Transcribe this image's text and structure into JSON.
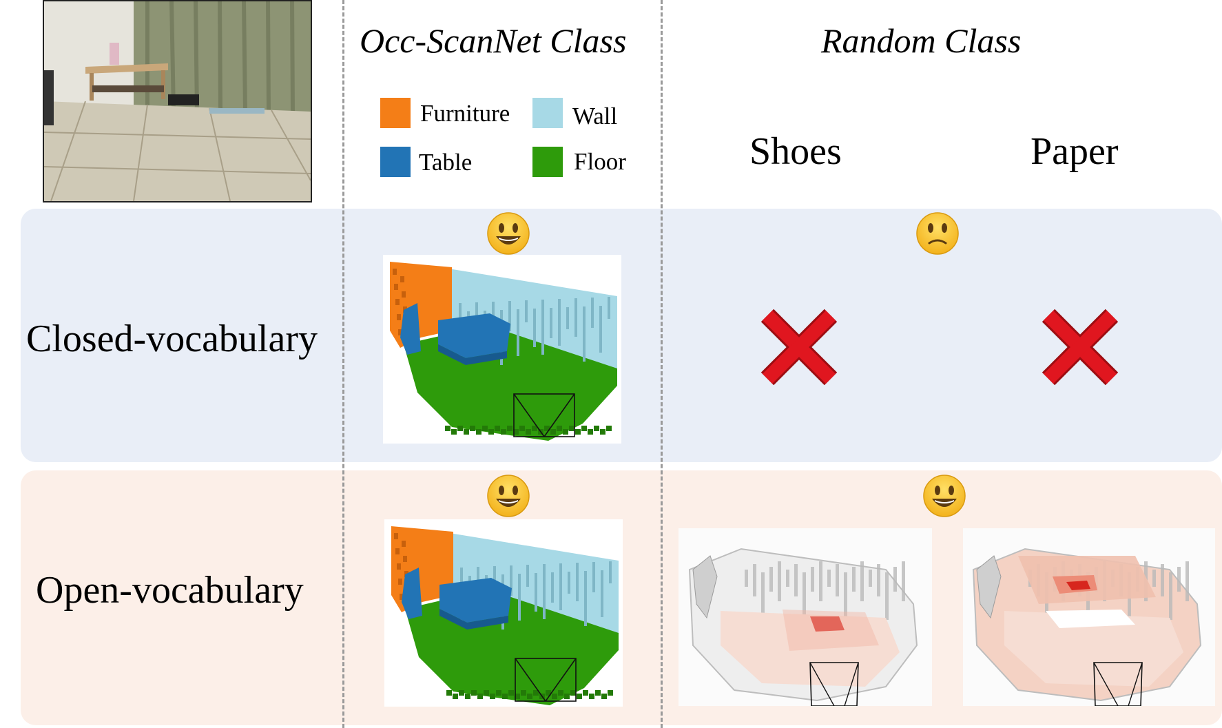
{
  "header": {
    "occ_title": "Occ-ScanNet Class",
    "random_title": "Random Class"
  },
  "legend": [
    {
      "label": "Furniture",
      "color": "#f47e17"
    },
    {
      "label": "Wall",
      "color": "#a7d9e6"
    },
    {
      "label": "Table",
      "color": "#2274b5"
    },
    {
      "label": "Floor",
      "color": "#2e9b0b"
    }
  ],
  "random_classes": [
    "Shoes",
    "Paper"
  ],
  "rows": {
    "closed": {
      "label": "Closed-vocabulary",
      "occ_result": "happy",
      "random_result": "sad"
    },
    "open": {
      "label": "Open-vocabulary",
      "occ_result": "happy",
      "random_result": "happy"
    }
  },
  "colors": {
    "closed_band": "#e9eef7",
    "open_band": "#fcefe8",
    "cross": "#e0161f",
    "heat_high": "#d7261e",
    "heat_low": "#f6ddd3"
  },
  "icons": [
    "room-photo",
    "happy-face-icon",
    "sad-face-icon",
    "cross-icon",
    "camera-frustum-icon"
  ]
}
